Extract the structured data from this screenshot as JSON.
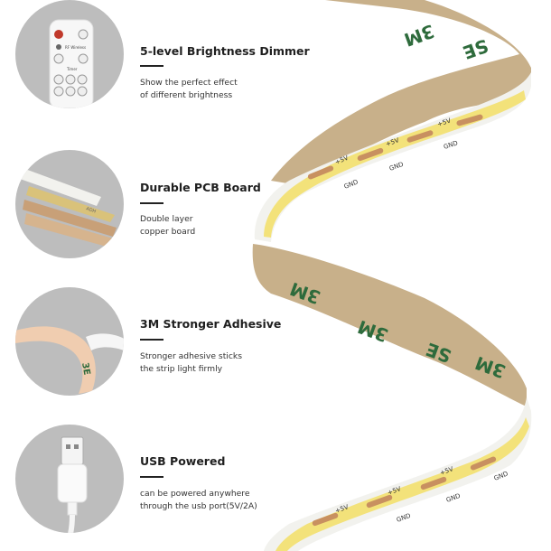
{
  "features": [
    {
      "title": "5-level Brightness Dimmer",
      "desc_line1": "Show the perfect effect",
      "desc_line2": "of different brightness",
      "icon": "remote-control-icon",
      "remote_brand": "RF Wireless",
      "remote_text": "Timer"
    },
    {
      "title": "Durable PCB Board",
      "desc_line1": "Double layer",
      "desc_line2": "copper board",
      "icon": "pcb-layers-icon",
      "pcb_mark": "ADH"
    },
    {
      "title": "3M Stronger Adhesive",
      "desc_line1": "Stronger adhesive sticks",
      "desc_line2": "the strip light firmly",
      "icon": "adhesive-tape-icon",
      "tape_mark": "3E"
    },
    {
      "title": "USB Powered",
      "desc_line1": "can be powered anywhere",
      "desc_line2": "through the usb port(5V/2A)",
      "icon": "usb-plug-icon"
    }
  ],
  "strip": {
    "plus_label": "+5V",
    "gnd_label": "GND",
    "tape_label": "3M",
    "tape_label2": "SE",
    "colors": {
      "led_yellow": "#f3e27a",
      "pcb_white": "#f2f2ee",
      "tape_tan": "#c8b08a",
      "pad_copper": "#c89060",
      "tape_print": "#2e6b3c"
    }
  }
}
